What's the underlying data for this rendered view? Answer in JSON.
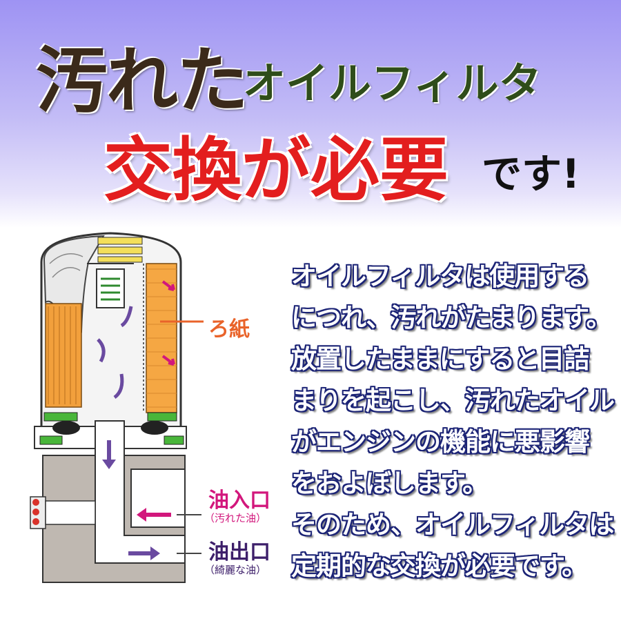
{
  "headline": {
    "dirty": "汚れた",
    "oil_filter": "オイルフィルタ",
    "replacement_needed": "交換が必要",
    "desu": "です!"
  },
  "diagram": {
    "filter_paper_label": "ろ紙",
    "oil_inlet_label": "油入口",
    "oil_inlet_note": "（汚れた油）",
    "oil_outlet_label": "油出口",
    "oil_outlet_note": "（綺麗な油）"
  },
  "body_lines": [
    "オイルフィルタは使用する",
    "につれ、汚れがたまります。",
    "放置したままにすると目詰",
    "まりを起こし、汚れたオイル",
    "がエンジンの機能に悪影響",
    "をおよぼします。",
    "そのため、オイルフィルタは",
    "定期的な交換が必要です。"
  ],
  "colors": {
    "needed_red": "#e31e1e",
    "paper_orange": "#e9632a",
    "inlet_pink": "#d2177c",
    "outlet_purple": "#3d1f6a",
    "text_outline_navy": "#1c2476"
  }
}
